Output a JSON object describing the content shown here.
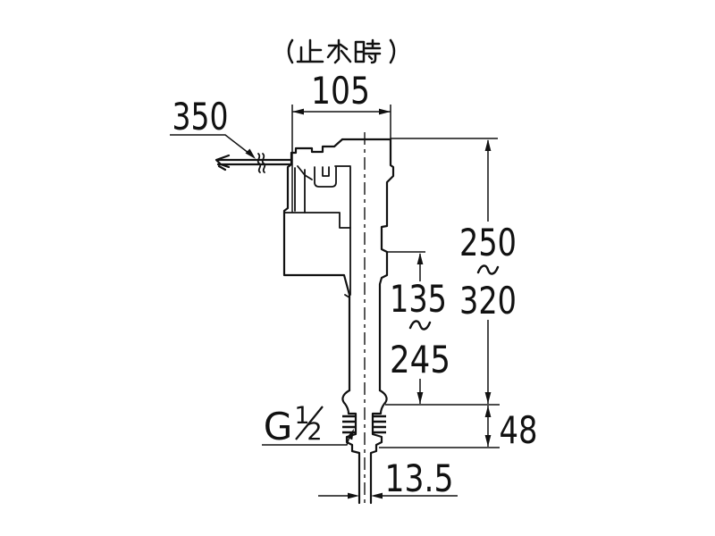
{
  "drawing": {
    "note_shutoff": "(止水時)",
    "range_separator": "〜",
    "colors": {
      "line": "#111111",
      "background": "#ffffff"
    },
    "dims": {
      "top_width": "105",
      "float_arm_length": "350",
      "height_min": "250",
      "height_max": "320",
      "stem_min": "135",
      "stem_max": "245",
      "lower_section": "48",
      "outlet_diameter": "13.5",
      "thread_letter": "G",
      "thread_numerator": "1",
      "thread_denominator": "2"
    }
  }
}
